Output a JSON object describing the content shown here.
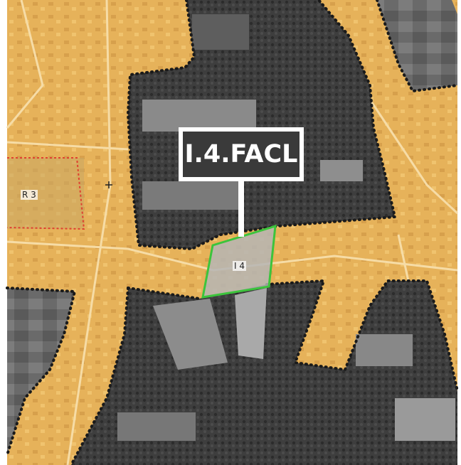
{
  "map": {
    "callout_label": "I.4.FACL",
    "zones": [
      {
        "id": "R3",
        "label": "R 3",
        "boundary": "red-dashed"
      },
      {
        "id": "I4",
        "label": "I 4",
        "boundary": "green-solid"
      }
    ],
    "colors": {
      "developed_overlay": "#e8b45a",
      "aerial_dark": "#4a4a4a",
      "aerial_light": "#9a9a9a",
      "forest_boundary": "#1a1a1a",
      "r3_boundary": "#e04030",
      "i4_boundary": "#3cc43c",
      "callout": "#ffffff"
    }
  }
}
